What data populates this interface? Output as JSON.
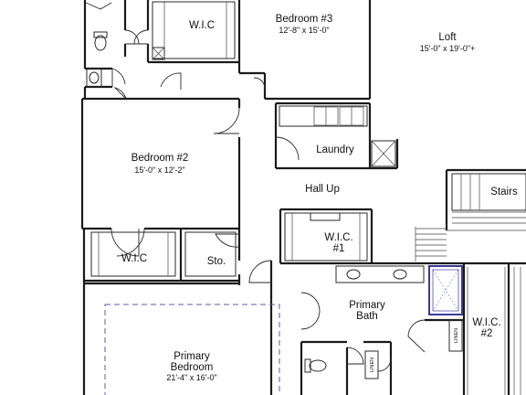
{
  "colors": {
    "wall": "#1a1a1a",
    "ceiling_dash": "#5a5ab4",
    "shower": "#3a3a9a",
    "background": "#ffffff"
  },
  "rooms": {
    "wic_top": {
      "name": "W.I.C"
    },
    "bedroom3": {
      "name": "Bedroom #3",
      "dims": "12'-8\" x 15'-0\""
    },
    "loft": {
      "name": "Loft",
      "dims": "15'-0\" x 19'-0\"+"
    },
    "laundry": {
      "name": "Laundry"
    },
    "bedroom2": {
      "name": "Bedroom #2",
      "dims": "15'-0\" x 12'-2\""
    },
    "hall": {
      "name": "Hall Up"
    },
    "stairs": {
      "name": "Stairs"
    },
    "wic_bed2": {
      "name": "W.I.C"
    },
    "storage": {
      "name": "Sto."
    },
    "wic1": {
      "name": "W.I.C.",
      "number": "#1"
    },
    "primary_bath": {
      "name": "Primary",
      "name2": "Bath"
    },
    "wic2": {
      "name": "W.I.C.",
      "number": "#2"
    },
    "primary_bedroom": {
      "name": "Primary",
      "name2": "Bedroom",
      "dims": "21'-4\" x 16'-0\""
    },
    "linen_a": {
      "name": "LINEN"
    },
    "linen_b": {
      "name": "LINEN"
    }
  }
}
